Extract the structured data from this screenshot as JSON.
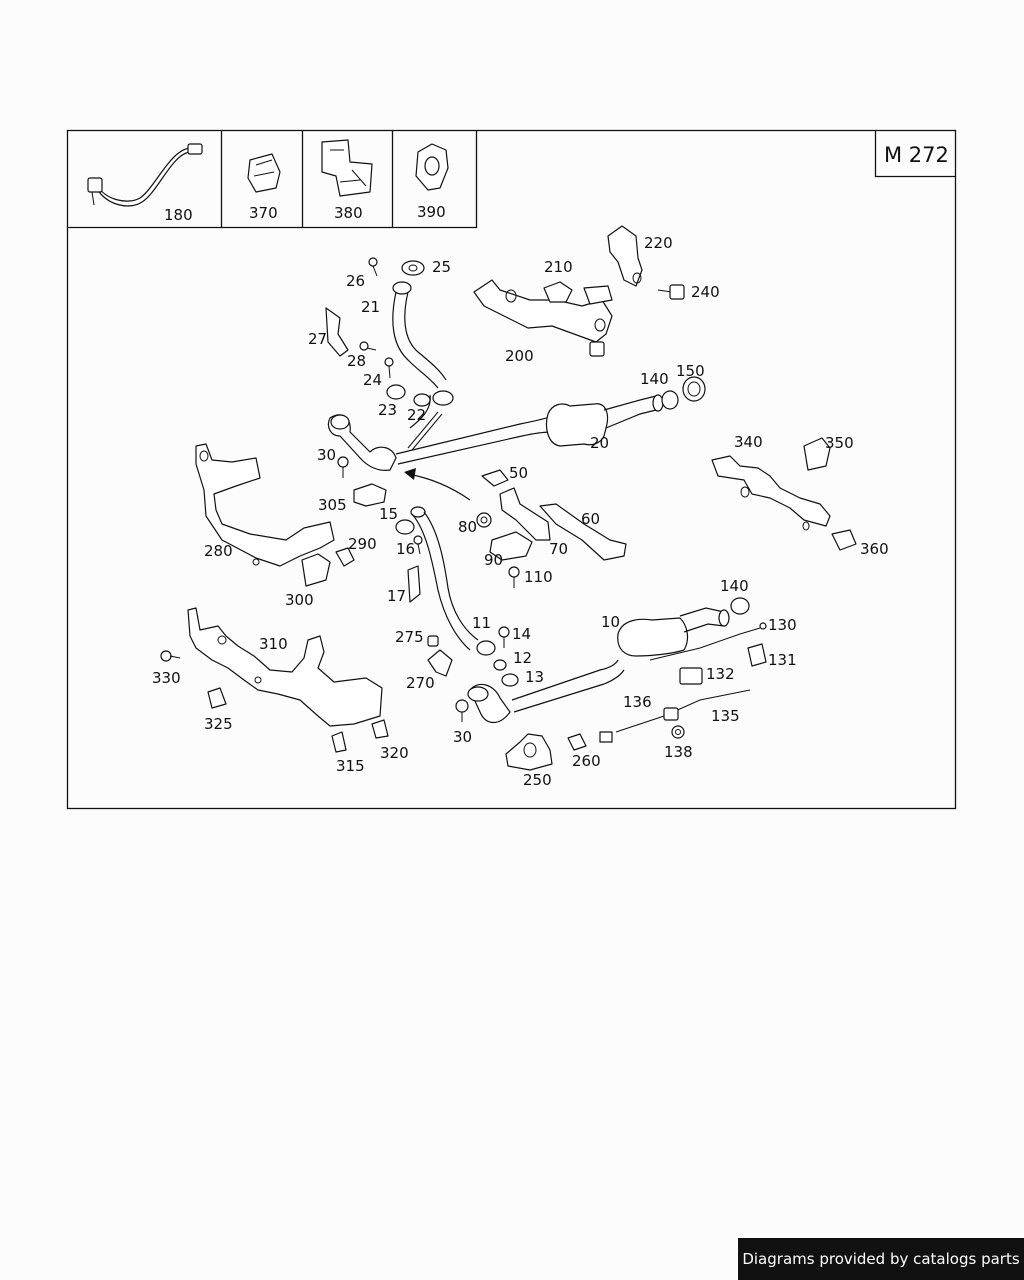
{
  "diagram": {
    "model_code": "M 272",
    "header_parts": [
      "180",
      "370",
      "380",
      "390"
    ],
    "callouts": [
      "25",
      "26",
      "21",
      "27",
      "28",
      "24",
      "23",
      "22",
      "20",
      "210",
      "220",
      "240",
      "200",
      "140",
      "150",
      "30",
      "305",
      "280",
      "290",
      "300",
      "15",
      "16",
      "50",
      "80",
      "60",
      "90",
      "70",
      "110",
      "340",
      "350",
      "360",
      "17",
      "11",
      "14",
      "12",
      "13",
      "275",
      "270",
      "10",
      "140",
      "130",
      "131",
      "132",
      "136",
      "135",
      "138",
      "310",
      "330",
      "325",
      "315",
      "320",
      "30",
      "250",
      "260"
    ]
  },
  "footer": {
    "text": "Diagrams provided by catalogs parts"
  }
}
